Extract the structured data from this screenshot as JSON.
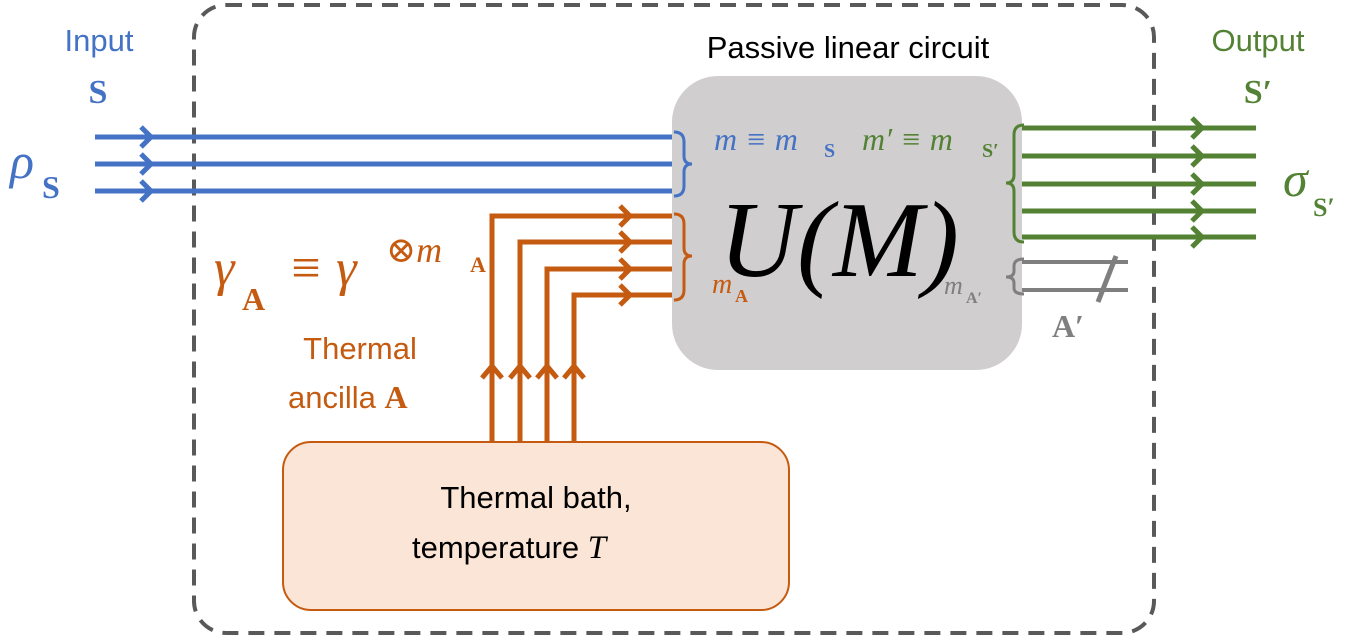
{
  "colors": {
    "input": "#4472C4",
    "output": "#548235",
    "ancilla": "#C55A11",
    "discarded": "#7F7F7F",
    "circuit_fill": "#D0CECE",
    "bath_fill": "#FBE5D6",
    "bath_border": "#C55A11",
    "frame": "#595959",
    "text": "#000000"
  },
  "input": {
    "title": "Input",
    "label": "S",
    "state_base": "ρ",
    "state_sub": "S",
    "mode_count_label": "m ≡ m",
    "mode_count_sub": "S"
  },
  "output": {
    "title": "Output",
    "label": "S′",
    "state_base": "σ",
    "state_sub": "S′",
    "mode_count_label": "m′ ≡ m",
    "mode_count_sub": "S′"
  },
  "circuit": {
    "title": "Passive linear circuit",
    "unitary": "U(M)"
  },
  "ancilla": {
    "state_lhs": "γ",
    "state_lhs_sub": "A",
    "state_rhs": "≡ γ",
    "state_rhs_sup": "⊗m",
    "state_rhs_sup_sub": "A",
    "caption_line1": "Thermal",
    "caption_line2": "ancilla ",
    "caption_bold": "A",
    "mode_count_label": "m",
    "mode_count_sub": "A"
  },
  "discarded": {
    "mode_count_label": "m",
    "mode_count_sub": "A′",
    "label": "A′"
  },
  "bath": {
    "line1": "Thermal bath,",
    "line2": "temperature ",
    "temperature_symbol": "T"
  }
}
